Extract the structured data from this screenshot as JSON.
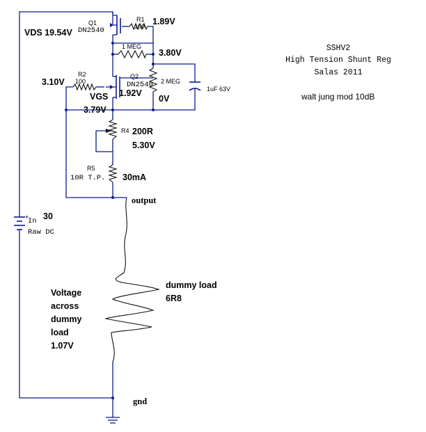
{
  "schematic": {
    "q1": {
      "ref": "Q1",
      "part": "DN2540"
    },
    "r1": {
      "ref": "R1",
      "value": "100"
    },
    "q2": {
      "ref": "Q2",
      "part": "DN2540"
    },
    "r2": {
      "ref": "R2",
      "value": "100"
    },
    "r_1meg": "1 MEG",
    "r_2meg": "2 MEG",
    "cap": "1uF 63V",
    "r4": {
      "ref": "R4",
      "value": "200R"
    },
    "r5": {
      "ref": "R5",
      "value": "10R T.P."
    },
    "input": {
      "label": "In",
      "value": "30",
      "desc": "Raw DC"
    },
    "output_label": "output",
    "gnd_label": "gnd",
    "dummy_load": {
      "line1": "dummy load",
      "line2": "6R8"
    },
    "dummy_voltage": [
      "Voltage",
      "across",
      "dummy",
      "load",
      "1.07V"
    ]
  },
  "readings": {
    "vds": "VDS 19.54V",
    "r1_v": "1.89V",
    "node_v": "3.80V",
    "r2_v": "3.10V",
    "q2_v": "1.92V",
    "vgs_label": "VGS",
    "vgs_v": "3.79V",
    "zero_v": "0V",
    "r4_v": "5.30V",
    "r5_i": "30mA"
  },
  "title_block": {
    "name": "SSHV2",
    "desc": "High Tension Shunt Reg",
    "author": "Salas 2011",
    "mod": "walt jung mod 10dB"
  }
}
